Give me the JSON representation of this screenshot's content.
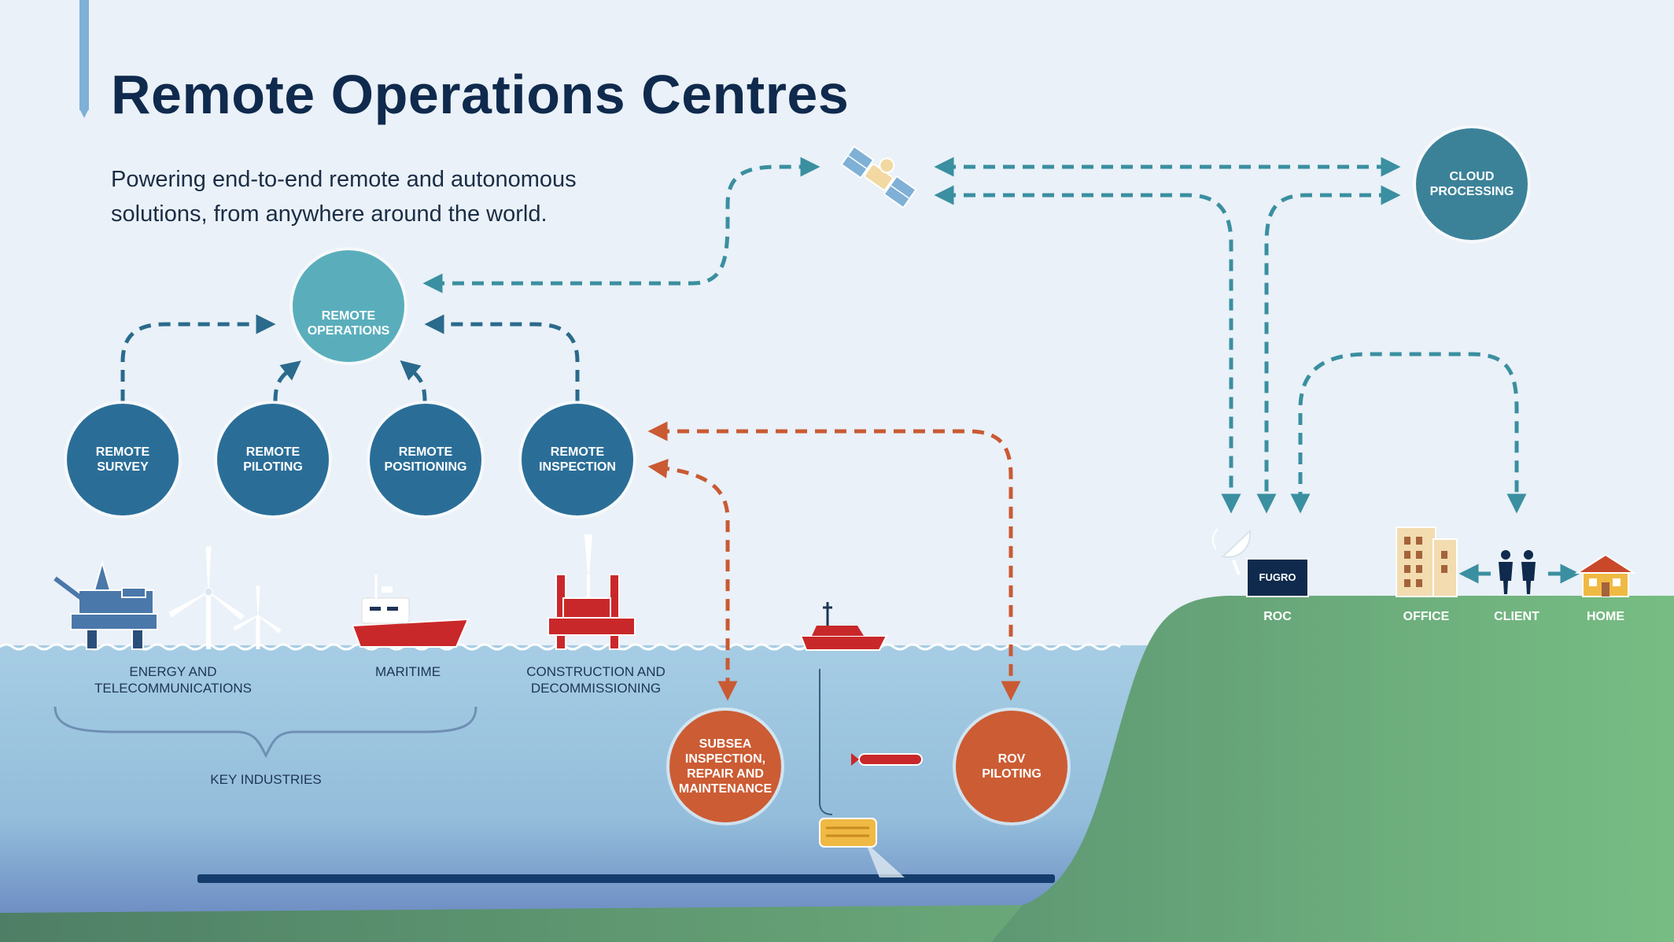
{
  "title": "Remote Operations Centres",
  "subtitle_lines": [
    "Powering end-to-end remote and autonomous",
    "solutions, from anywhere around the world."
  ],
  "nodes": {
    "remote_operations": "REMOTE\nOPERATIONS",
    "remote_survey": "REMOTE\nSURVEY",
    "remote_piloting": "REMOTE\nPILOTING",
    "remote_positioning": "REMOTE\nPOSITIONING",
    "remote_inspection": "REMOTE\nINSPECTION",
    "cloud_processing": "CLOUD\nPROCESSING",
    "subsea_irm": "SUBSEA\nINSPECTION,\nREPAIR AND\nMAINTENANCE",
    "rov_piloting": "ROV\nPILOTING"
  },
  "industries": {
    "energy": "ENERGY AND\nTELECOMMUNICATIONS",
    "maritime": "MARITIME",
    "construction": "CONSTRUCTION AND\nDECOMMISSIONING",
    "key_industries": "KEY INDUSTRIES"
  },
  "land_labels": {
    "roc": "ROC",
    "office": "OFFICE",
    "client": "CLIENT",
    "home": "HOME"
  },
  "logo_text": "FUGRO",
  "colors": {
    "background": "#eaf1f8",
    "title": "#0f2a4d",
    "node_dark_blue": "#2a6e98",
    "node_teal": "#5aaebc",
    "node_cloud": "#3b8299",
    "node_orange": "#cc5c33",
    "arrow_teal": "#3a8fa0",
    "arrow_orange": "#c95a33",
    "sea": "#9ec7e0",
    "land": "#6aa878"
  }
}
